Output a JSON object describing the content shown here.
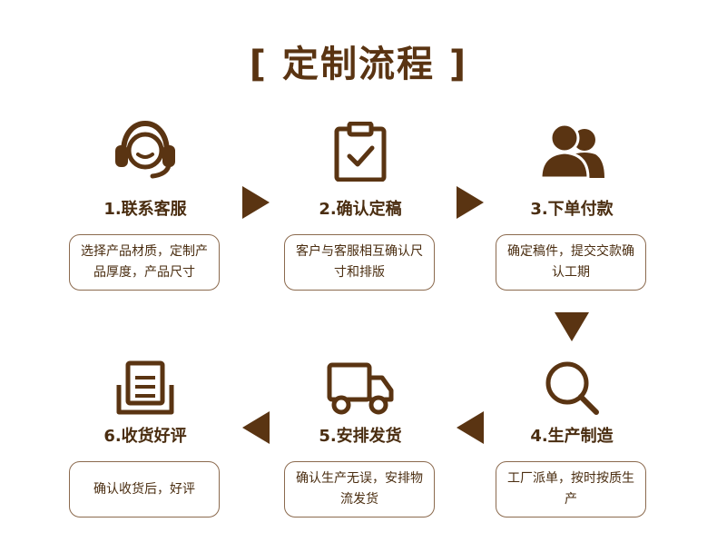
{
  "title": "[ 定制流程 ]",
  "steps": [
    {
      "label": "1.联系客服",
      "desc": "选择产品材质，定制产品厚度，产品尺寸",
      "icon": "headset-icon"
    },
    {
      "label": "2.确认定稿",
      "desc": "客户与客服相互确认尺寸和排版",
      "icon": "clipboard-check-icon"
    },
    {
      "label": "3.下单付款",
      "desc": "确定稿件，提交交款确认工期",
      "icon": "users-icon"
    },
    {
      "label": "4.生产制造",
      "desc": "工厂派单，按时按质生产",
      "icon": "magnifier-icon"
    },
    {
      "label": "5.安排发货",
      "desc": "确认生产无误，安排物流发货",
      "icon": "truck-icon"
    },
    {
      "label": "6.收货好评",
      "desc": "确认收货后，好评",
      "icon": "document-tray-icon"
    }
  ],
  "colors": {
    "primary": "#5a3412",
    "border": "#8b6a4e"
  }
}
